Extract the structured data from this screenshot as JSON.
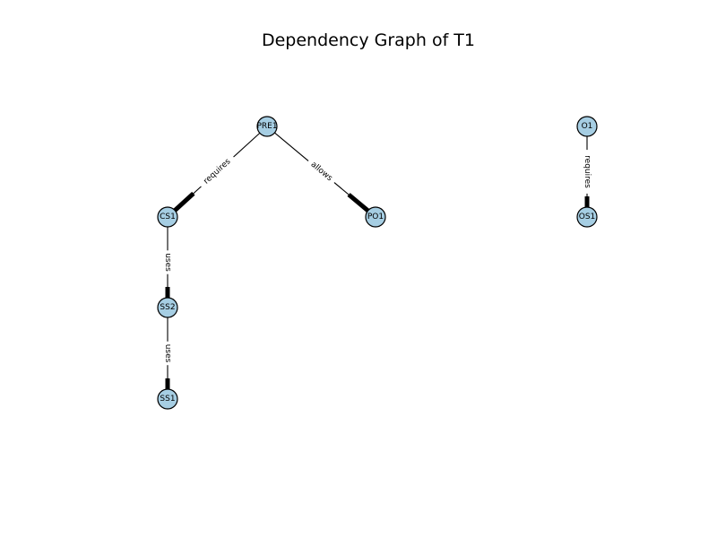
{
  "title": "Dependency Graph of T1",
  "node_color": "#a6cee3",
  "nodes": [
    {
      "id": "PRE1",
      "label": "PRE1"
    },
    {
      "id": "CS1",
      "label": "CS1"
    },
    {
      "id": "PO1",
      "label": "PO1"
    },
    {
      "id": "SS2",
      "label": "SS2"
    },
    {
      "id": "SS1",
      "label": "SS1"
    },
    {
      "id": "O1",
      "label": "O1"
    },
    {
      "id": "OS1",
      "label": "OS1"
    }
  ],
  "edges": [
    {
      "source": "PRE1",
      "target": "CS1",
      "label": "requires"
    },
    {
      "source": "PRE1",
      "target": "PO1",
      "label": "allows"
    },
    {
      "source": "CS1",
      "target": "SS2",
      "label": "uses"
    },
    {
      "source": "SS2",
      "target": "SS1",
      "label": "uses"
    },
    {
      "source": "O1",
      "target": "OS1",
      "label": "requires"
    }
  ]
}
